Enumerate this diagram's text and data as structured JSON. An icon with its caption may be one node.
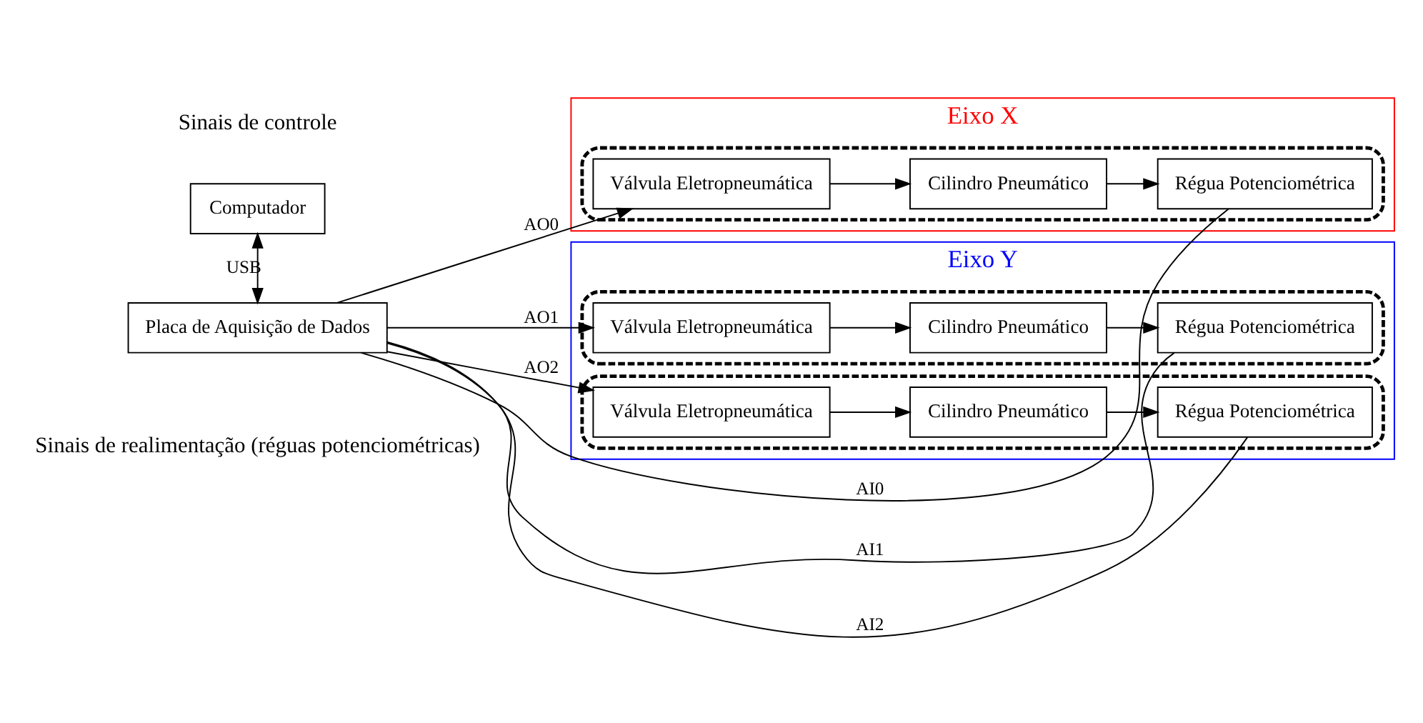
{
  "diagram": {
    "nodes": [
      {
        "text": [
          "Computador"
        ]
      },
      {
        "text": [
          "Placa de Aquisição de Dados"
        ]
      },
      {
        "text": [
          "Eixo X"
        ]
      },
      {
        "text": [],
        "shape": "box",
        "in": 2
      },
      {
        "text": [
          "Válvula Eletropneumática"
        ],
        "in": 3
      },
      {
        "text": [
          "Cilindro Pneumático"
        ],
        "in": 3
      },
      {
        "text": [
          "Régua Potenciométrica"
        ],
        "in": 3
      },
      {
        "text": [
          "Eixo Y"
        ]
      },
      {
        "text": [],
        "shape": "box",
        "in": 7
      },
      {
        "text": [
          "Válvula Eletropneumática"
        ],
        "in": 8
      },
      {
        "text": [
          "Cilindro Pneumático"
        ],
        "in": 8
      },
      {
        "text": [
          "Régua Potenciométrica"
        ],
        "in": 8
      },
      {
        "text": [],
        "shape": "box",
        "in": 7
      },
      {
        "text": [
          "Válvula Eletropneumática"
        ],
        "in": 12
      },
      {
        "text": [
          "Cilindro Pneumático"
        ],
        "in": 12
      },
      {
        "text": [
          "Régua Potenciométrica"
        ],
        "in": 12
      }
    ],
    "edges": [
      {
        "from": 0,
        "to": 1,
        "arrow": "both",
        "label": "USB"
      },
      {
        "from": 1,
        "to": 4,
        "arrow": "to",
        "label": "AO0"
      },
      {
        "from": 1,
        "to": 9,
        "arrow": "to",
        "label": "AO1"
      },
      {
        "from": 1,
        "to": 13,
        "arrow": "to",
        "label": "AO2"
      },
      {
        "from": 4,
        "to": 5,
        "arrow": "to"
      },
      {
        "from": 5,
        "to": 6,
        "arrow": "to"
      },
      {
        "from": 9,
        "to": 10,
        "arrow": "to"
      },
      {
        "from": 10,
        "to": 11,
        "arrow": "to"
      },
      {
        "from": 13,
        "to": 14,
        "arrow": "to"
      },
      {
        "from": 14,
        "to": 15,
        "arrow": "to"
      },
      {
        "from": 6,
        "to": 1,
        "arrow": "none",
        "label": "AI0"
      },
      {
        "from": 11,
        "to": 1,
        "arrow": "none",
        "label": "AI1"
      },
      {
        "from": 15,
        "to": 1,
        "arrow": "none",
        "label": "AI2"
      }
    ],
    "labels": [
      "Sinais de controle",
      "Sinais de realimentação (réguas potenciométricas)"
    ]
  }
}
